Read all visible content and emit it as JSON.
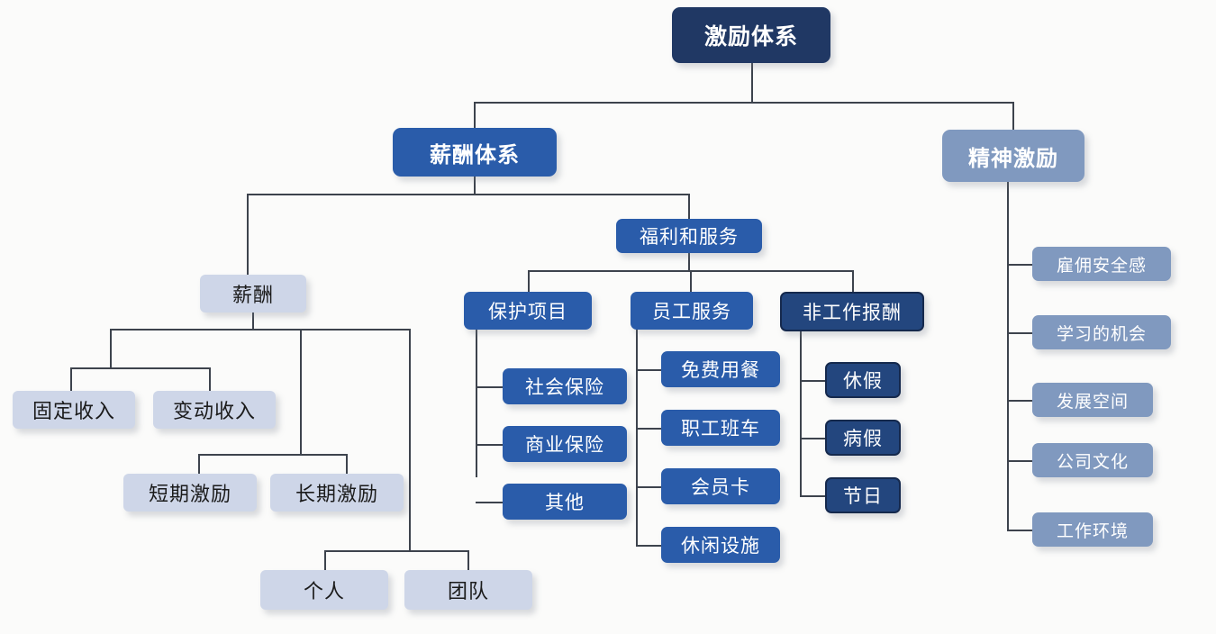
{
  "diagram": {
    "title": "激励体系",
    "type": "organizational-tree",
    "nodes": {
      "root": {
        "label": "激励体系"
      },
      "comp_system": {
        "label": "薪酬体系"
      },
      "spirit": {
        "label": "精神激励"
      },
      "salary": {
        "label": "薪酬"
      },
      "benefits": {
        "label": "福利和服务"
      },
      "protect": {
        "label": "保护项目"
      },
      "emp_service": {
        "label": "员工服务"
      },
      "non_work_pay": {
        "label": "非工作报酬"
      },
      "fixed_income": {
        "label": "固定收入"
      },
      "variable_income": {
        "label": "变动收入"
      },
      "short_incentive": {
        "label": "短期激励"
      },
      "long_incentive": {
        "label": "长期激励"
      },
      "individual": {
        "label": "个人"
      },
      "team": {
        "label": "团队"
      },
      "social_insurance": {
        "label": "社会保险"
      },
      "commercial_insurance": {
        "label": "商业保险"
      },
      "other_protect": {
        "label": "其他"
      },
      "free_meal": {
        "label": "免费用餐"
      },
      "shuttle_bus": {
        "label": "职工班车"
      },
      "membership_card": {
        "label": "会员卡"
      },
      "leisure_facility": {
        "label": "休闲设施"
      },
      "vacation": {
        "label": "休假"
      },
      "sick_leave": {
        "label": "病假"
      },
      "holiday": {
        "label": "节日"
      },
      "job_security": {
        "label": "雇佣安全感"
      },
      "learning_chance": {
        "label": "学习的机会"
      },
      "growth_space": {
        "label": "发展空间"
      },
      "company_culture": {
        "label": "公司文化"
      },
      "work_environment": {
        "label": "工作环境"
      }
    },
    "colors": {
      "root_fill": "#203864",
      "primary_blue": "#2a5caa",
      "dark_navy": "#23467e",
      "slate_blue": "#8099bf",
      "pale_lavender": "#ced6e8",
      "line": "#3d434d",
      "background": "#fbfbfa"
    }
  }
}
